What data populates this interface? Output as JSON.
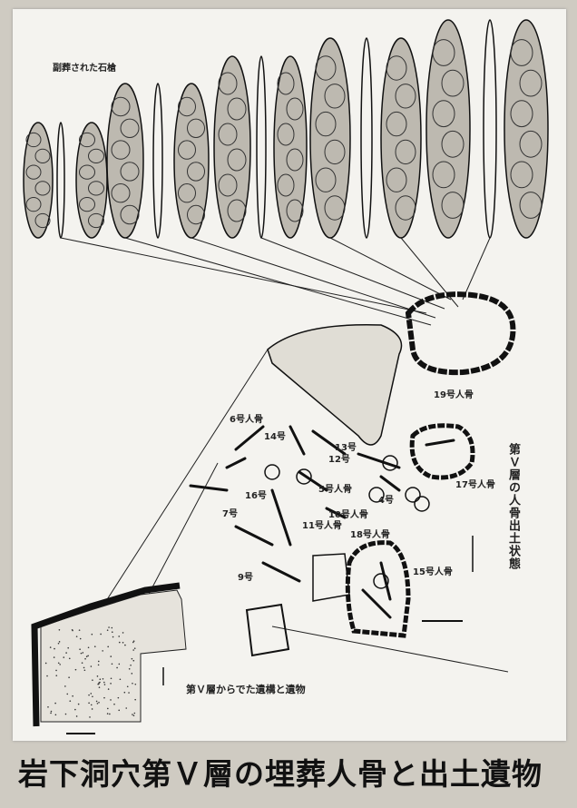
{
  "panel": {
    "title": "岩下洞穴第Ｖ層の埋葬人骨と出土遺物",
    "grave_goods_label": "副葬された石槍",
    "section_label": "第Ｖ層の人骨出土状態",
    "site_plan_label": "第Ｖ層からでた遺構と遺物",
    "burials": {
      "b19": "19号人骨",
      "b6": "6号人骨",
      "b14": "14号",
      "b13": "13号",
      "b12": "12号",
      "b5": "5号人骨",
      "b16": "16号",
      "b4": "4号",
      "b10": "10号人骨",
      "b7": "7号",
      "b11": "11号人骨",
      "b18": "18号人骨",
      "b15": "15号人骨",
      "b9": "9号",
      "b17": "17号人骨"
    }
  }
}
